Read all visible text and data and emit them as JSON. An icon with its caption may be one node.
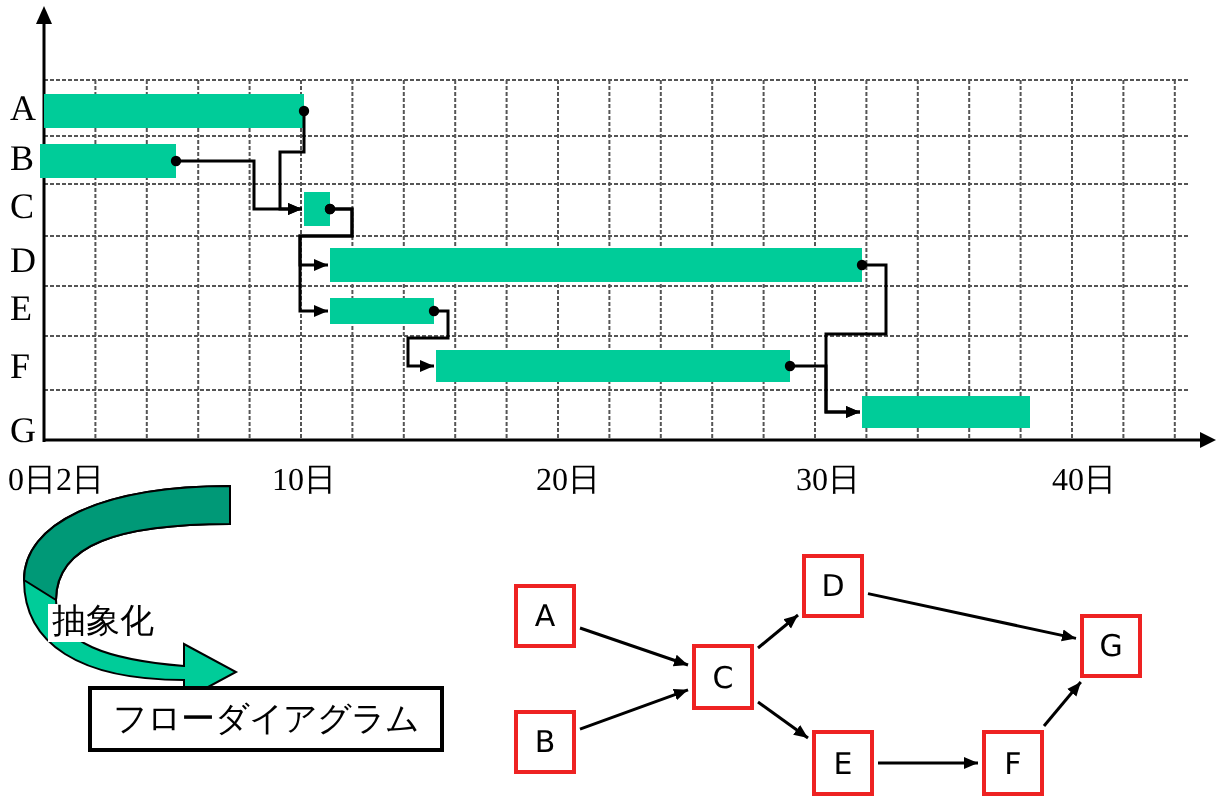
{
  "diagram": {
    "nodes": [
      {
        "text": [],
        "shape": "bar"
      },
      {
        "text": [],
        "shape": "bar"
      },
      {
        "text": [],
        "shape": "bar"
      },
      {
        "text": [],
        "shape": "bar"
      },
      {
        "text": [],
        "shape": "bar"
      },
      {
        "text": [],
        "shape": "bar"
      },
      {
        "text": [],
        "shape": "bar"
      },
      {
        "text": [
          "A"
        ]
      },
      {
        "text": [
          "B"
        ]
      },
      {
        "text": [
          "C"
        ]
      },
      {
        "text": [
          "D"
        ]
      },
      {
        "text": [
          "E"
        ]
      },
      {
        "text": [
          "F"
        ]
      },
      {
        "text": [
          "G"
        ]
      },
      {
        "text": [
          "フローダイアグラム"
        ]
      }
    ],
    "edges": [
      {
        "from": 0,
        "to": 2,
        "arrow": "to"
      },
      {
        "from": 1,
        "to": 2,
        "arrow": "to"
      },
      {
        "from": 2,
        "to": 3,
        "arrow": "to"
      },
      {
        "from": 2,
        "to": 4,
        "arrow": "to"
      },
      {
        "from": 4,
        "to": 5,
        "arrow": "to"
      },
      {
        "from": 3,
        "to": 6,
        "arrow": "to"
      },
      {
        "from": 5,
        "to": 6,
        "arrow": "to"
      },
      {
        "from": 7,
        "to": 9,
        "arrow": "to"
      },
      {
        "from": 8,
        "to": 9,
        "arrow": "to"
      },
      {
        "from": 9,
        "to": 10,
        "arrow": "to"
      },
      {
        "from": 9,
        "to": 11,
        "arrow": "to"
      },
      {
        "from": 10,
        "to": 13,
        "arrow": "to"
      },
      {
        "from": 11,
        "to": 12,
        "arrow": "to"
      },
      {
        "from": 12,
        "to": 13,
        "arrow": "to"
      }
    ],
    "labels": [
      "A",
      "B",
      "C",
      "D",
      "E",
      "F",
      "G",
      "0日",
      "2日",
      "10日",
      "20日",
      "30日",
      "40日",
      "抽象化"
    ]
  }
}
